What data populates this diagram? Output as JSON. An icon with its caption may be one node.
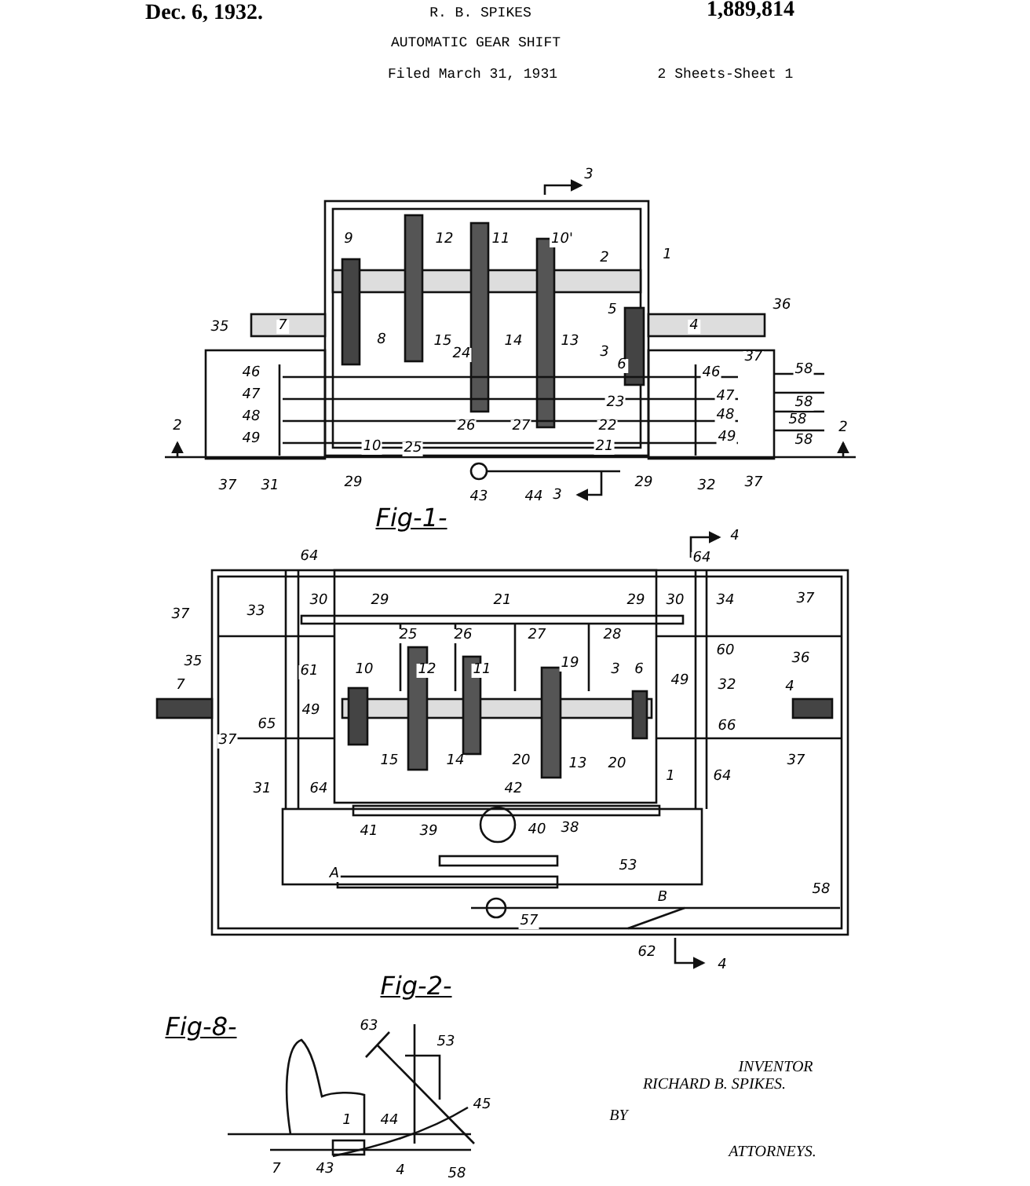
{
  "diagram": {
    "labels": [
      "Dec. 6, 1932.",
      "R. B. SPIKES",
      "1,889,814",
      "AUTOMATIC GEAR SHIFT",
      "Filed March 31, 1931",
      "2 Sheets-Sheet 1",
      "3",
      "9",
      "12",
      "11",
      "10'",
      "2",
      "1",
      "5",
      "36",
      "35",
      "7",
      "4",
      "8",
      "15",
      "24",
      "14",
      "13",
      "3",
      "6",
      "46",
      "46",
      "37",
      "58",
      "47",
      "47",
      "23",
      "58",
      "2",
      "26",
      "27",
      "22",
      "48",
      "48",
      "58",
      "2",
      "49",
      "10",
      "25",
      "21",
      "49",
      "58",
      "37",
      "31",
      "29",
      "43",
      "44",
      "3",
      "29",
      "32",
      "37",
      "Fig-1-",
      "4",
      "64",
      "64",
      "37",
      "33",
      "30",
      "29",
      "21",
      "29",
      "30",
      "34",
      "37",
      "25",
      "26",
      "27",
      "28",
      "60",
      "35",
      "61",
      "10",
      "12",
      "11",
      "19",
      "3",
      "6",
      "49",
      "32",
      "36",
      "7",
      "4",
      "65",
      "37",
      "49",
      "66",
      "15",
      "14",
      "20",
      "13",
      "20",
      "37",
      "31",
      "64",
      "1",
      "64",
      "42",
      "41",
      "39",
      "40",
      "38",
      "A",
      "53",
      "B",
      "58",
      "57",
      "62",
      "4",
      "Fig-2-",
      "Fig-8-",
      "63",
      "53",
      "45",
      "1",
      "44",
      "7",
      "43",
      "4",
      "58",
      "INVENTOR",
      "RICHARD B. SPIKES.",
      "BY",
      "ATTORNEYS."
    ]
  }
}
